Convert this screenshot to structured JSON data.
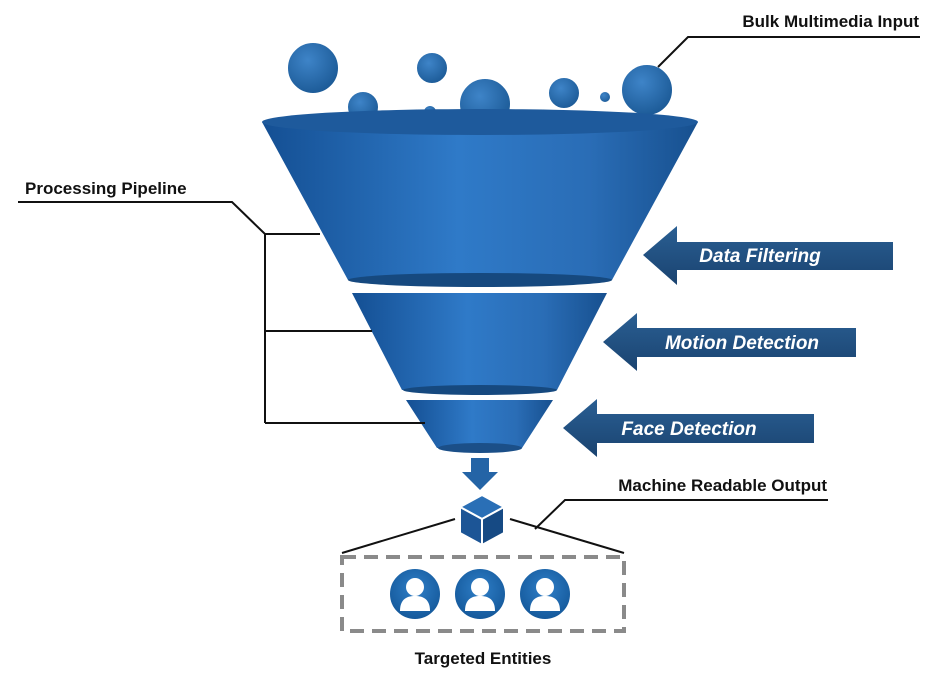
{
  "labels": {
    "input": "Bulk Multimedia Input",
    "pipeline": "Processing Pipeline",
    "output": "Machine Readable Output",
    "entities": "Targeted Entities"
  },
  "stages": [
    {
      "label": "Data Filtering"
    },
    {
      "label": "Motion Detection"
    },
    {
      "label": "Face Detection"
    }
  ],
  "colors": {
    "funnel_dark": "#1d5fa6",
    "funnel_light": "#3a86d0",
    "arrow": "#1f4f80",
    "line": "#111111",
    "dashed_box": "#8a8a8a"
  }
}
